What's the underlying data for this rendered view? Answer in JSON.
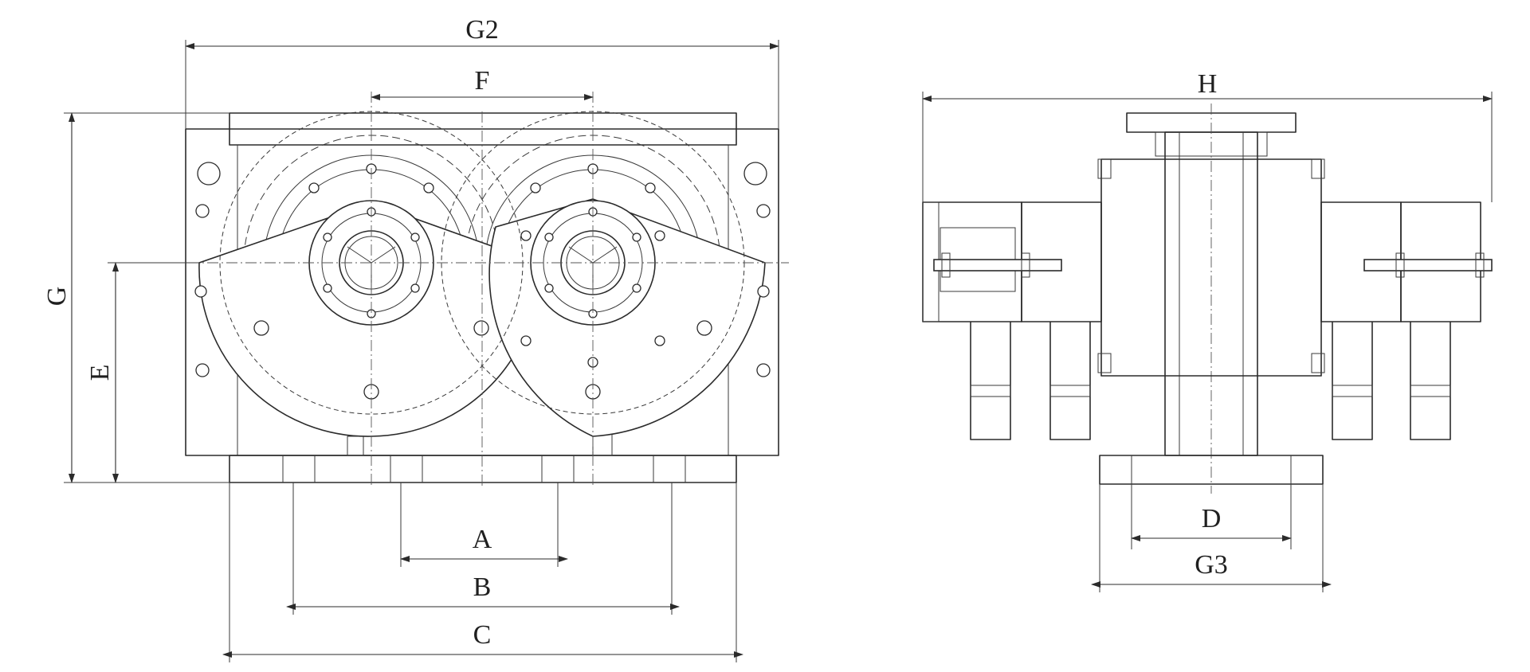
{
  "labels": {
    "G2": "G2",
    "F": "F",
    "G": "G",
    "E": "E",
    "A": "A",
    "B": "B",
    "C": "C",
    "H": "H",
    "D": "D",
    "G3": "G3"
  }
}
